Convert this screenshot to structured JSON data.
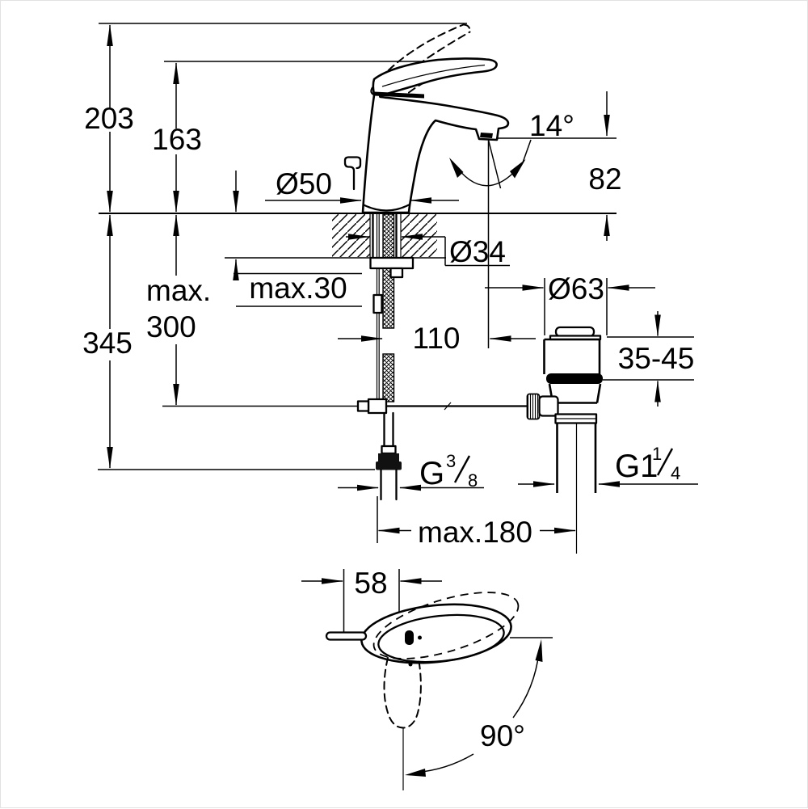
{
  "drawing": {
    "type": "technical-dimension-drawing",
    "subject": "single-lever basin mixer with pop-up waste, front view and top view",
    "colors": {
      "line": "#000000",
      "background": "#ffffff"
    },
    "dimensions": {
      "overall_height": "203",
      "lever_height": "163",
      "spout_angle": "14°",
      "outlet_height": "82",
      "base_diameter": "Ø50",
      "hole_diameter": "Ø34",
      "deck_thickness": "max.30",
      "rod_below_deck_line1": "max.",
      "rod_below_deck_line2": "300",
      "install_depth": "345",
      "spout_reach": "110",
      "waste_flange_diameter": "Ø63",
      "basin_clamp_range": "35-45",
      "supply_thread": {
        "prefix": "G",
        "numerator": "3",
        "denominator": "8"
      },
      "waste_thread": {
        "prefix": "G1",
        "numerator": "1",
        "denominator": "4"
      },
      "rod_travel": "max.180",
      "handle_offset": "58",
      "swivel_angle": "90°"
    }
  }
}
